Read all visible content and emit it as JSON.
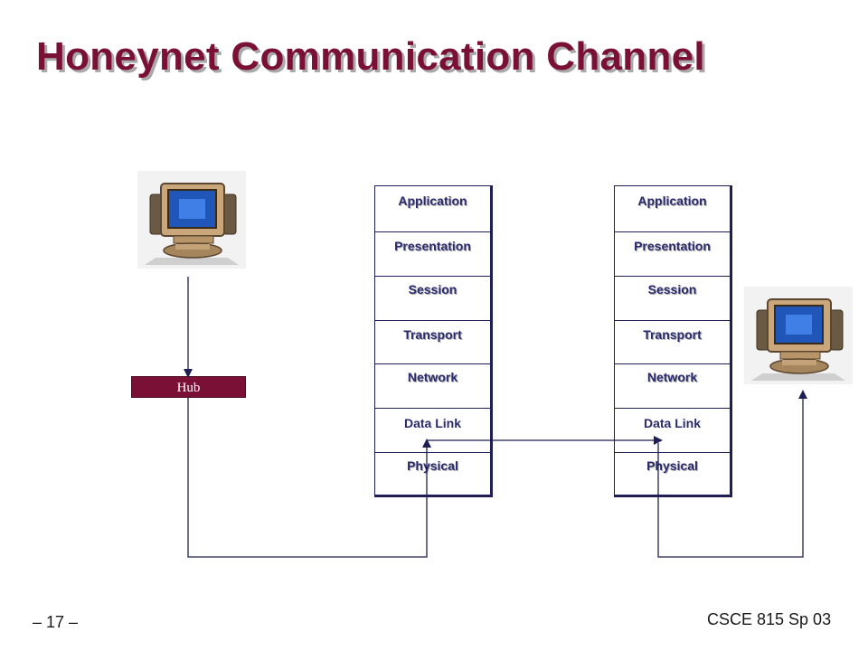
{
  "slide": {
    "title": "Honeynet Communication Channel",
    "page_number": "– 17 –",
    "course": "CSCE 815 Sp 03"
  },
  "hub": {
    "label": "Hub"
  },
  "stacks": {
    "left": {
      "layers": [
        "Application",
        "Presentation",
        "Session",
        "Transport",
        "Network",
        "Data Link",
        "Physical"
      ]
    },
    "right": {
      "layers": [
        "Application",
        "Presentation",
        "Session",
        "Transport",
        "Network",
        "Data Link",
        "Physical"
      ]
    }
  },
  "icons": {
    "left_computer": "computer-icon",
    "right_computer": "computer-icon"
  },
  "colors": {
    "title": "#7a1035",
    "hub": "#7a1035",
    "layer_text": "#2a2a6e",
    "wire": "#1f1f55"
  }
}
